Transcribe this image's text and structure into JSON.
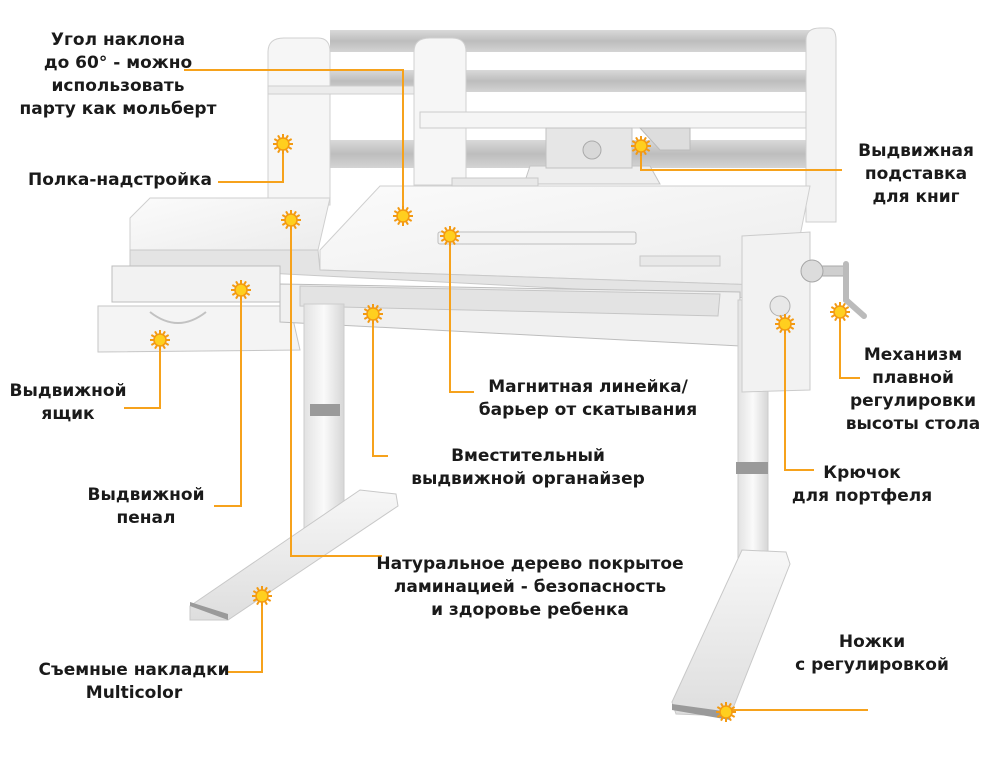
{
  "colors": {
    "leader": "#f6a21c",
    "marker_fill": "#ffcf1f",
    "marker_ring": "#f39a12",
    "desk_white": "#f4f4f4",
    "desk_edge": "#cfcfcf",
    "metal_gray": "#9a9a9a",
    "text": "#1a1a1a"
  },
  "callouts": [
    {
      "id": "tilt-angle",
      "lines": [
        "Угол наклона",
        "до 60° - можно",
        "использовать",
        "парту как мольберт"
      ]
    },
    {
      "id": "top-shelf",
      "lines": [
        "Полка-надстройка"
      ]
    },
    {
      "id": "book-stand",
      "lines": [
        "Выдвижная",
        "подставка",
        "для книг"
      ]
    },
    {
      "id": "side-drawer",
      "lines": [
        "Выдвижной",
        "ящик"
      ]
    },
    {
      "id": "magnetic-ruler",
      "lines": [
        "Магнитная линейка/",
        "барьер от скатывания"
      ]
    },
    {
      "id": "height-mechanism",
      "lines": [
        "Механизм",
        "плавной",
        "регулировки",
        "высоты стола"
      ]
    },
    {
      "id": "organizer",
      "lines": [
        "Вместительный",
        "выдвижной органайзер"
      ]
    },
    {
      "id": "pencil-case",
      "lines": [
        "Выдвижной",
        "пенал"
      ]
    },
    {
      "id": "bag-hook",
      "lines": [
        "Крючок",
        "для портфеля"
      ]
    },
    {
      "id": "natural-wood",
      "lines": [
        "Натуральное дерево покрытое",
        "ламинацией - безопасность",
        "и здоровье ребенка"
      ]
    },
    {
      "id": "pads",
      "lines": [
        "Съемные накладки",
        "Multicolor"
      ]
    },
    {
      "id": "legs",
      "lines": [
        "Ножки",
        "с регулировкой"
      ]
    }
  ]
}
